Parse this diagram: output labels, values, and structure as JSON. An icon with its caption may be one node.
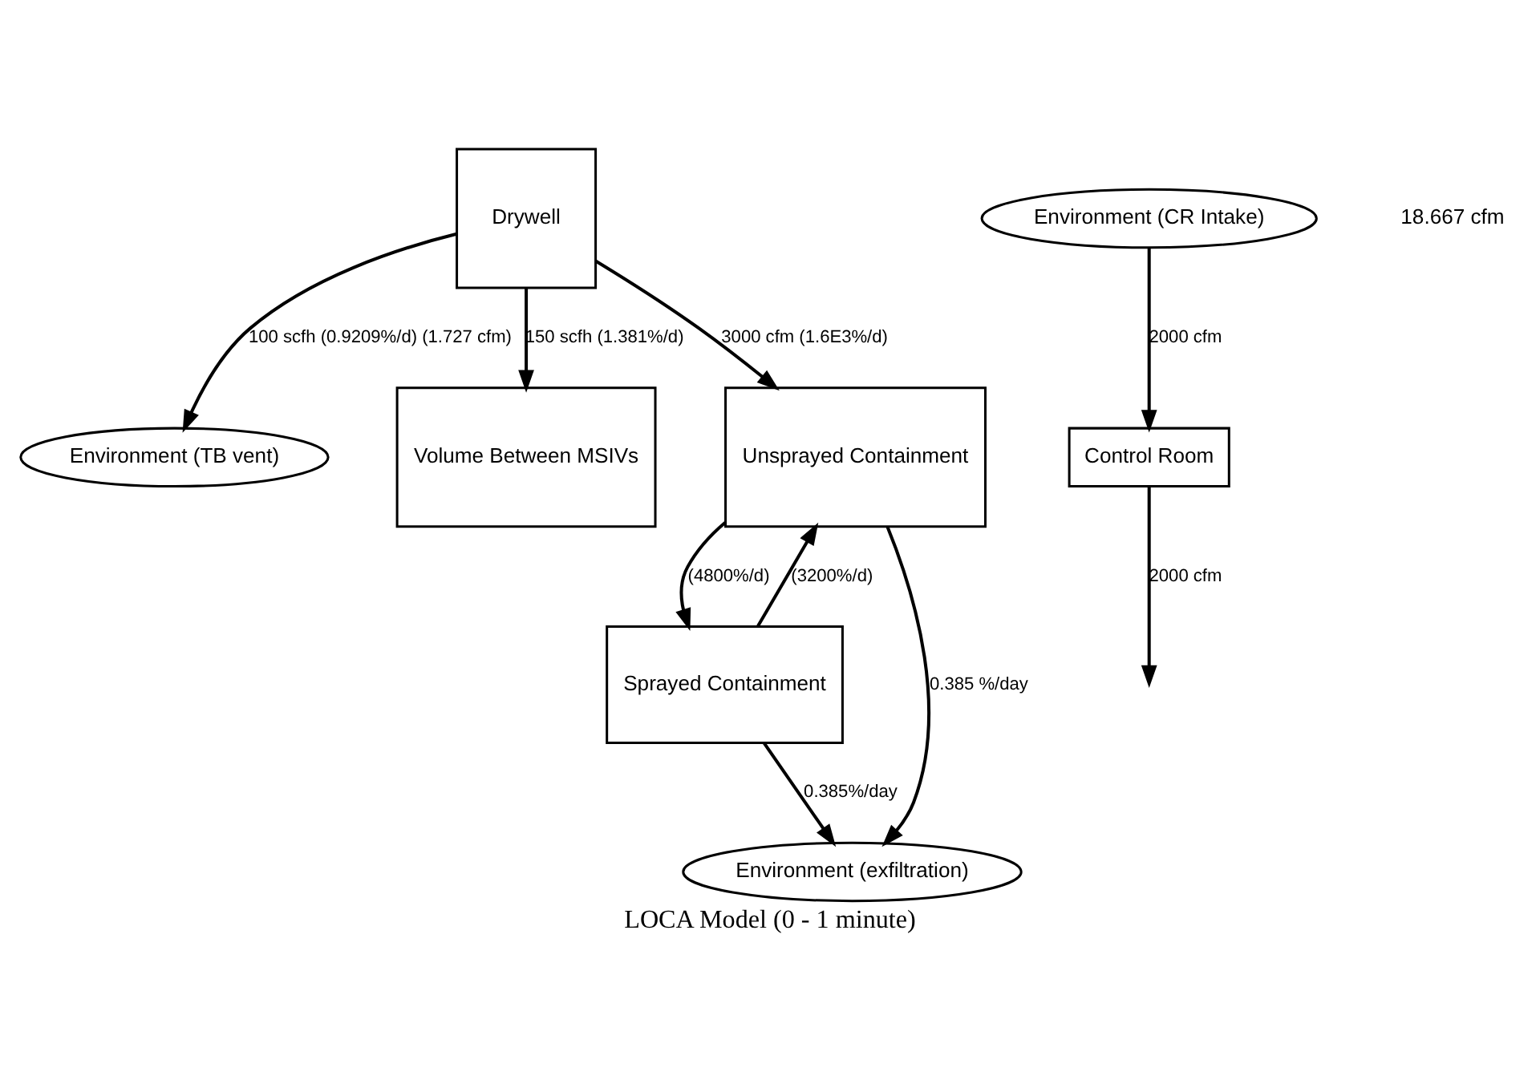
{
  "diagram": {
    "title": "LOCA Model (0 - 1 minute)",
    "nodes": [
      {
        "text": [
          "Environment (TB vent)"
        ]
      },
      {
        "text": [
          "Drywell"
        ]
      },
      {
        "text": [
          "Volume Between MSIVs"
        ]
      },
      {
        "text": [
          "Sprayed Containment"
        ]
      },
      {
        "text": [
          "Unsprayed Containment"
        ]
      },
      {
        "text": [
          "Environment (exfiltration)"
        ]
      },
      {
        "text": [
          "Control Room"
        ]
      },
      {
        "text": [
          "Environment (CR Intake)"
        ]
      }
    ],
    "edges": [
      {
        "from": 1,
        "to": 0,
        "arrow": "to",
        "label": "100 scfh (0.9209%/d) (1.727 cfm)"
      },
      {
        "from": 1,
        "to": 4,
        "arrow": "to",
        "label": "3000 cfm (1.6E3%/d)"
      },
      {
        "from": 1,
        "to": 2,
        "arrow": "to",
        "label": "150 scfh (1.381%/d)"
      },
      {
        "from": 4,
        "to": 3,
        "arrow": "to",
        "label": "(4800%/d)"
      },
      {
        "from": 3,
        "to": 4,
        "arrow": "to",
        "label": "(3200%/d)"
      },
      {
        "from": 3,
        "to": 5,
        "arrow": "to",
        "label": "0.385%/day"
      },
      {
        "from": 4,
        "to": 5,
        "arrow": "to",
        "label": "0.385 %/day"
      },
      {
        "from": 7,
        "to": 6,
        "arrow": "to",
        "label": "2000 cfm"
      },
      {
        "from": 6,
        "to": null,
        "arrow": "to",
        "label": "2000 cfm"
      }
    ],
    "labels": [
      "18.667 cfm"
    ]
  }
}
